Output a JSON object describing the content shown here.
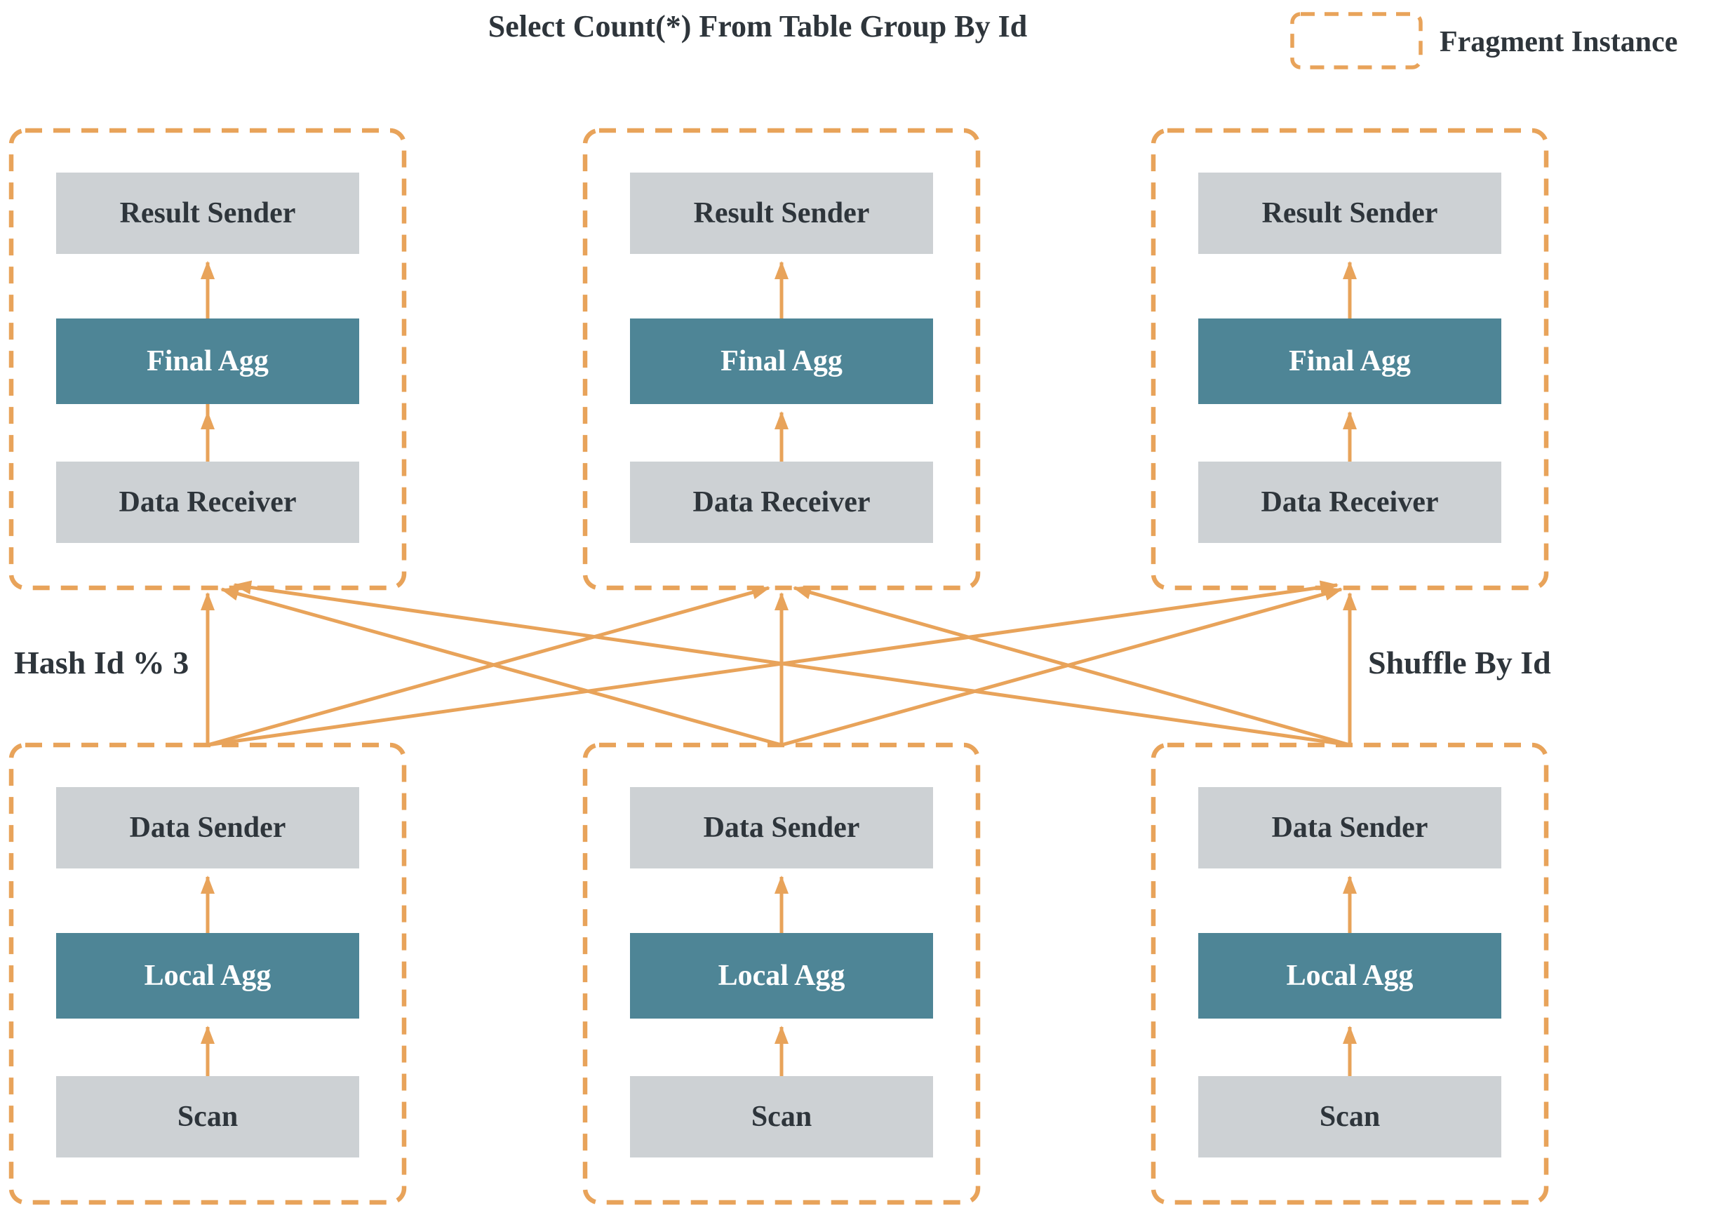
{
  "title": "Select Count(*) From Table Group By Id",
  "legend": {
    "label": "Fragment Instance"
  },
  "shuffle": {
    "left_label": "Hash Id % 3",
    "right_label": "Shuffle By Id"
  },
  "colors": {
    "accent_orange": "#E8A35A",
    "agg_teal": "#4E8596",
    "node_gray": "#CDD1D4",
    "text_dark": "#2E353B"
  },
  "fragments": [
    {
      "name": "top-left",
      "nodes": [
        {
          "label": "Result Sender",
          "type": "gray"
        },
        {
          "label": "Final Agg",
          "type": "teal"
        },
        {
          "label": "Data Receiver",
          "type": "gray"
        }
      ]
    },
    {
      "name": "top-center",
      "nodes": [
        {
          "label": "Result Sender",
          "type": "gray"
        },
        {
          "label": "Final Agg",
          "type": "teal"
        },
        {
          "label": "Data Receiver",
          "type": "gray"
        }
      ]
    },
    {
      "name": "top-right",
      "nodes": [
        {
          "label": "Result Sender",
          "type": "gray"
        },
        {
          "label": "Final Agg",
          "type": "teal"
        },
        {
          "label": "Data Receiver",
          "type": "gray"
        }
      ]
    },
    {
      "name": "bottom-left",
      "nodes": [
        {
          "label": "Data Sender",
          "type": "gray"
        },
        {
          "label": "Local Agg",
          "type": "teal"
        },
        {
          "label": "Scan",
          "type": "gray"
        }
      ]
    },
    {
      "name": "bottom-center",
      "nodes": [
        {
          "label": "Data Sender",
          "type": "gray"
        },
        {
          "label": "Local Agg",
          "type": "teal"
        },
        {
          "label": "Scan",
          "type": "gray"
        }
      ]
    },
    {
      "name": "bottom-right",
      "nodes": [
        {
          "label": "Data Sender",
          "type": "gray"
        },
        {
          "label": "Local Agg",
          "type": "teal"
        },
        {
          "label": "Scan",
          "type": "gray"
        }
      ]
    }
  ]
}
